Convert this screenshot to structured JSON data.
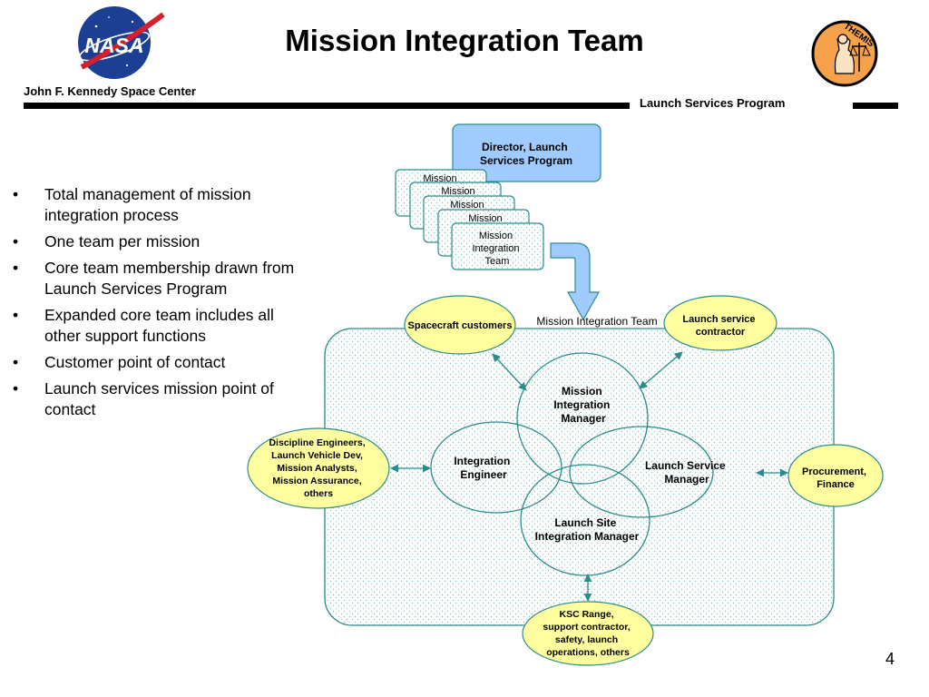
{
  "header": {
    "title": "Mission Integration Team",
    "center_name": "John F. Kennedy Space Center",
    "program_name": "Launch Services Program",
    "logo_left_text": "NASA",
    "logo_right_text": "THEMIS"
  },
  "bullets": [
    "Total management of mission integration process",
    "One team per mission",
    "Core team membership drawn from Launch Services Program",
    "Expanded core team includes all other support functions",
    "Customer point of contact",
    "Launch services mission point of contact"
  ],
  "bullet_glyph": "•",
  "diagram": {
    "director": [
      "Director, Launch",
      "Services Program"
    ],
    "stack_labels": [
      "Mission",
      "Mission",
      "Mission",
      "Mission"
    ],
    "stack_front": [
      "Mission",
      "Integration",
      "Team"
    ],
    "team_label": "Mission Integration Team",
    "spacecraft_customers": "Spacecraft customers",
    "launch_service_contractor": [
      "Launch service",
      "contractor"
    ],
    "discipline": [
      "Discipline Engineers,",
      "Launch Vehicle Dev,",
      "Mission Analysts,",
      "Mission Assurance,",
      "others"
    ],
    "procurement": [
      "Procurement,",
      "Finance"
    ],
    "ksc": [
      "KSC Range,",
      "support contractor,",
      "safety, launch",
      "operations, others"
    ],
    "mission_integration_manager": [
      "Mission",
      "Integration",
      "Manager"
    ],
    "integration_engineer": [
      "Integration",
      "Engineer"
    ],
    "launch_service_manager": [
      "Launch Service",
      "Manager"
    ],
    "launch_site_integration_manager": [
      "Launch Site",
      "Integration Manager"
    ]
  },
  "page_number": "4",
  "colors": {
    "director_fill": "#9fcbff",
    "yellow_fill": "#ffffa0",
    "teal_stroke": "#2c8c8c",
    "arrow_fill": "#9fcbff",
    "rule": "#000000",
    "nasa_blue": "#1c3f94",
    "nasa_red": "#d4202c",
    "themis_orange": "#f5a24a"
  }
}
